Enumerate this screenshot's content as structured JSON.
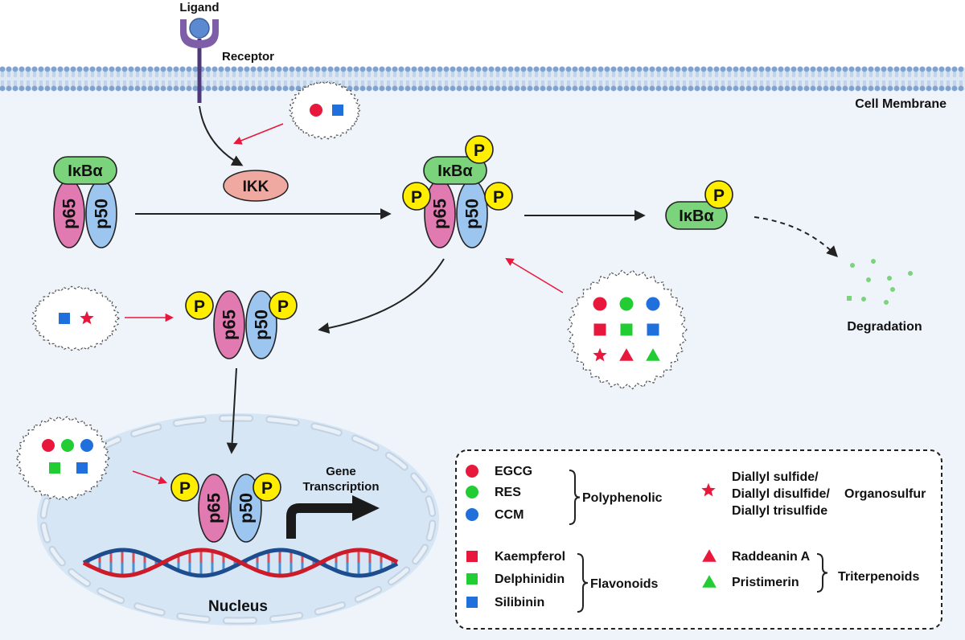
{
  "labels": {
    "ligand": "Ligand",
    "receptor": "Receptor",
    "cell_membrane": "Cell Membrane",
    "ikk": "IKK",
    "ikba": "IκBα",
    "p65": "p65",
    "p50": "p50",
    "p": "P",
    "degradation": "Degradation",
    "gene_transcription_1": "Gene",
    "gene_transcription_2": "Transcription",
    "nucleus": "Nucleus"
  },
  "legend": {
    "polyphenolic": {
      "group": "Polyphenolic",
      "items": [
        {
          "name": "EGCG",
          "shape": "circle",
          "color": "#e8183c"
        },
        {
          "name": "RES",
          "shape": "circle",
          "color": "#22cc33"
        },
        {
          "name": "CCM",
          "shape": "circle",
          "color": "#1f6fdd"
        }
      ]
    },
    "flavonoids": {
      "group": "Flavonoids",
      "items": [
        {
          "name": "Kaempferol",
          "shape": "square",
          "color": "#e8183c"
        },
        {
          "name": "Delphinidin",
          "shape": "square",
          "color": "#22cc33"
        },
        {
          "name": "Silibinin",
          "shape": "square",
          "color": "#1f6fdd"
        }
      ]
    },
    "organosulfur": {
      "group": "Organosulfur",
      "items": [
        {
          "name": "Diallyl sulfide/",
          "shape": "star",
          "color": "#e8183c"
        },
        {
          "name": "Diallyl disulfide/"
        },
        {
          "name": "Diallyl trisulfide"
        }
      ]
    },
    "triterpenoids": {
      "group": "Triterpenoids",
      "items": [
        {
          "name": "Raddeanin A",
          "shape": "triangle",
          "color": "#e8183c"
        },
        {
          "name": "Pristimerin",
          "shape": "triangle",
          "color": "#22cc33"
        }
      ]
    }
  },
  "colors": {
    "ikba": "#7bd37b",
    "p65": "#e07ab0",
    "p50": "#9cc6f0",
    "phospho": "#ffee00",
    "ikk": "#f0a9a0",
    "dna_red": "#cc1c2a",
    "dna_blue": "#1e4d8f",
    "red": "#e8183c",
    "green": "#22cc33",
    "blue": "#1f6fdd"
  }
}
